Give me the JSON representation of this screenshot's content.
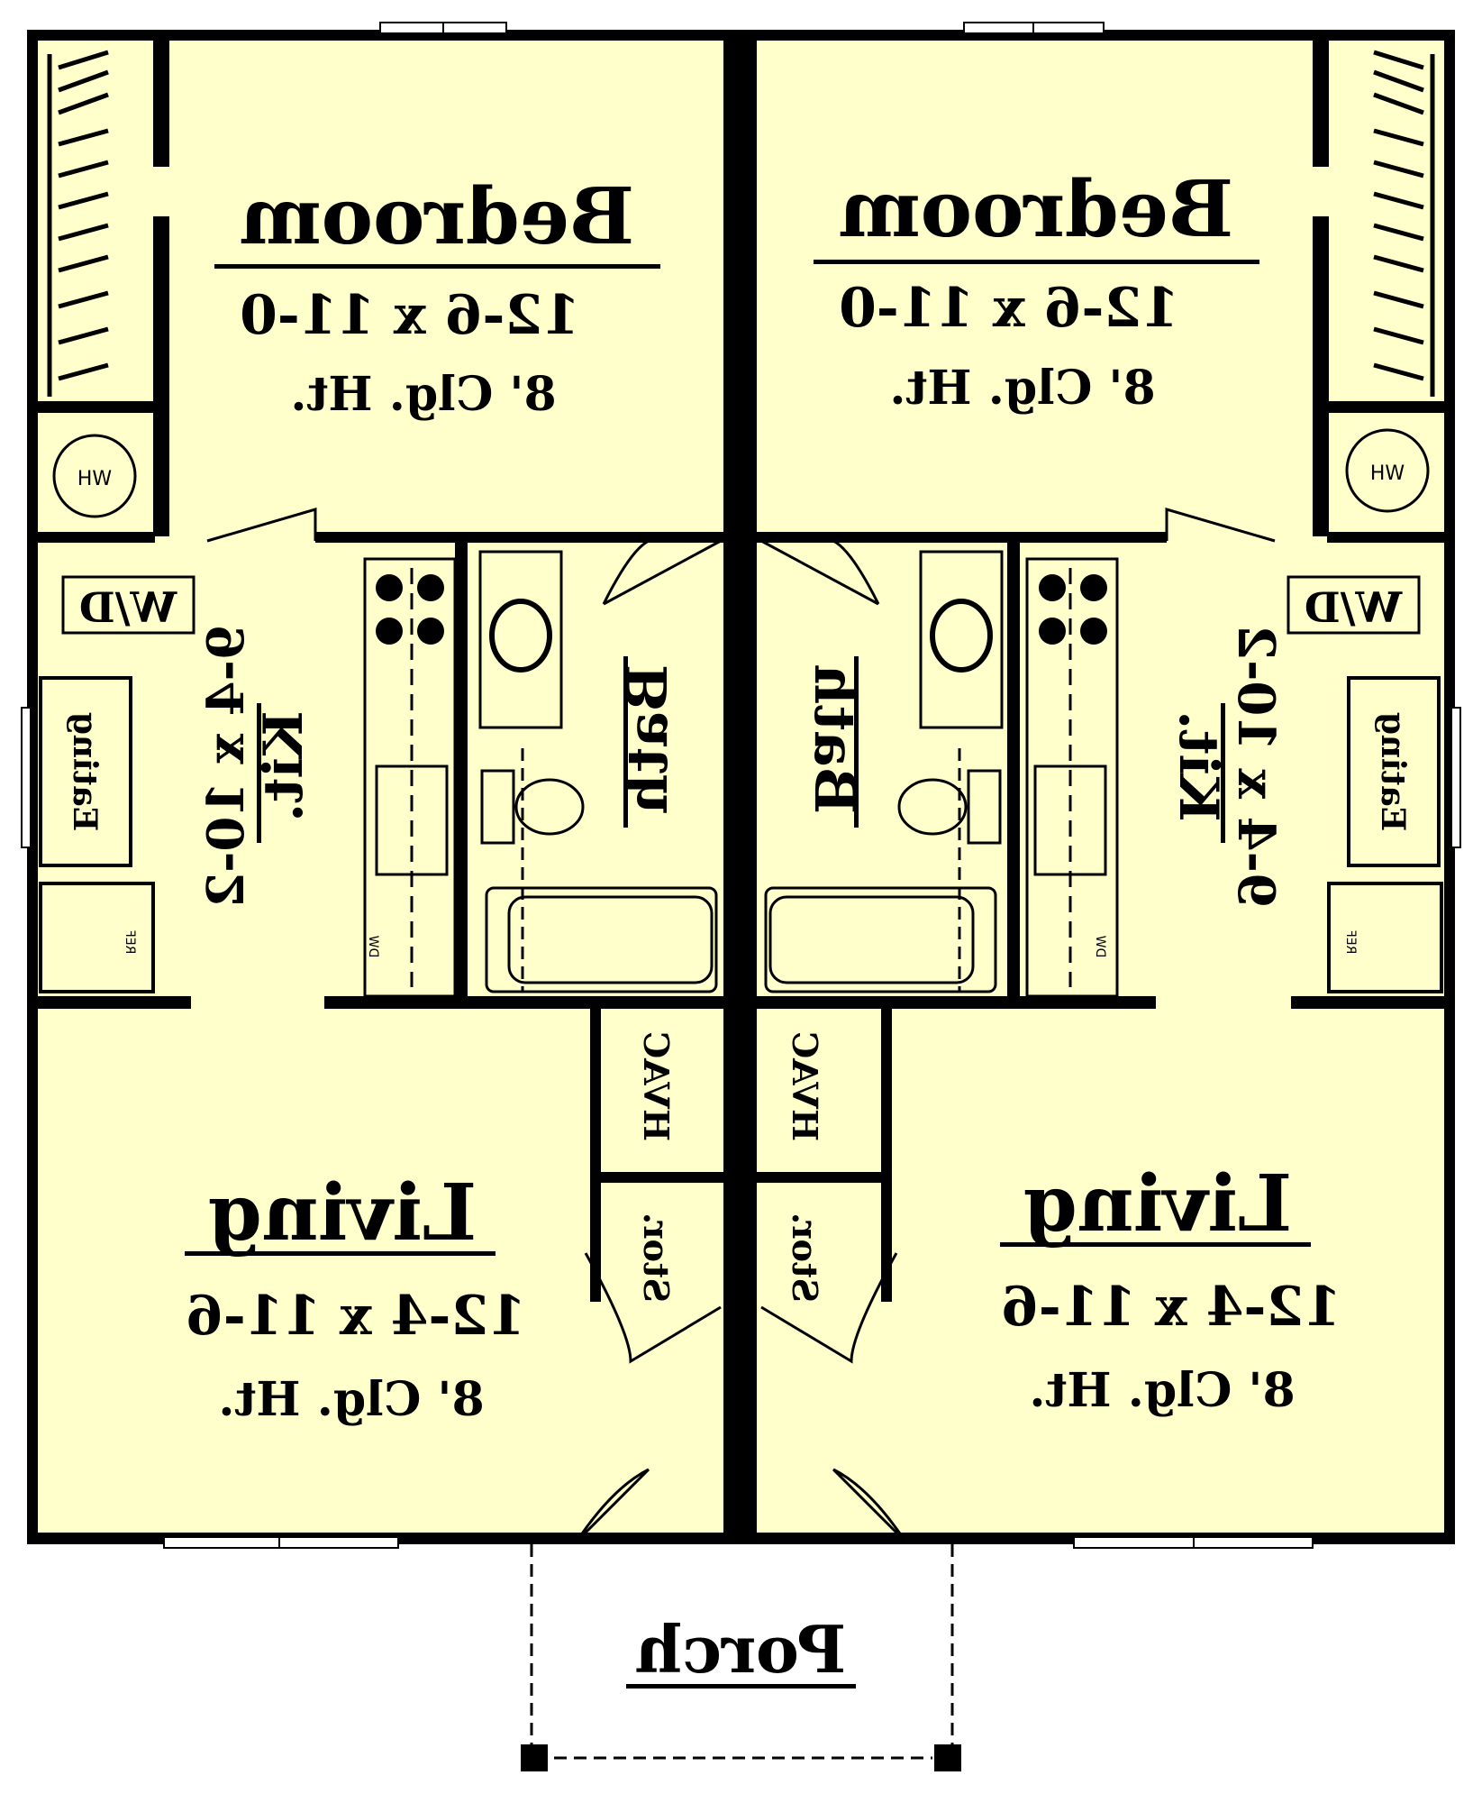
{
  "colors": {
    "floor": "#FFFFCC",
    "wall": "#000000",
    "background": "#FFFFFF",
    "porch": "#FFFFFF"
  },
  "labels": {
    "left_bedroom": {
      "name": "Bedroom",
      "size": "12-6 x 11-0",
      "ceiling": "8' Clg. Ht."
    },
    "right_bedroom": {
      "name": "Bedroom",
      "size": "12-6 x 11-0",
      "ceiling": "8' Clg. Ht."
    },
    "left_living": {
      "name": "Living",
      "size": "12-4 x 11-6",
      "ceiling": "8' Clg. Ht."
    },
    "right_living": {
      "name": "Living",
      "size": "12-4 x 11-6",
      "ceiling": "8' Clg. Ht."
    },
    "left_kit": {
      "name": "Kit.",
      "size": "9-4 x 10-2"
    },
    "right_kit": {
      "name": "Kit.",
      "size": "9-4 x 10-2"
    },
    "left_bath": "Bath",
    "right_bath": "Bath",
    "left_hvac": "HVAC",
    "right_hvac": "HVAC",
    "left_stor": "Stor.",
    "right_stor": "Stor.",
    "left_eating": "Eating",
    "right_eating": "Eating",
    "left_wd": "W/D",
    "right_wd": "W/D",
    "left_wh": "WH",
    "right_wh": "WH",
    "left_ref": "REF",
    "right_ref": "REF",
    "left_dw": "DW",
    "right_dw": "DW",
    "porch": "Porch"
  }
}
